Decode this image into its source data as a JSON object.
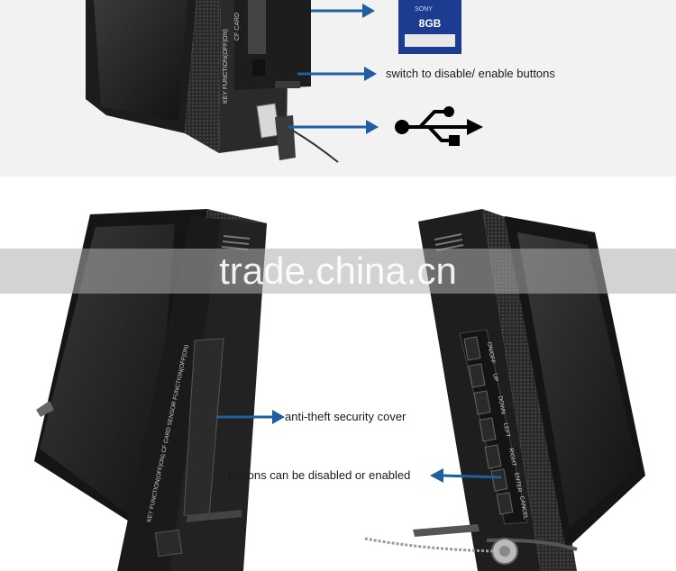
{
  "top_labels": {
    "switch_label": "switch  to disable/ enable buttons"
  },
  "sd_card": {
    "capacity": "8GB",
    "brand_partial": "SONY"
  },
  "side_text": {
    "top_panel": "KEY FUNCTION(OFF|ON)",
    "top_panel_card": "CF CARD",
    "left_device": "KEY FUNCTION(OFF|ON)   CF CARD   SENSOR FUNCTION(OFF|ON)"
  },
  "buttons": [
    "ON/OFF",
    "UP",
    "DOWN",
    "LEFT",
    "RIGHT",
    "ENTER",
    "CANCEL"
  ],
  "bottom_labels": {
    "cover_label": "anti-theft security cover",
    "buttons_label": "buttons can be disabled or enabled"
  },
  "watermark": "trade.china.cn",
  "colors": {
    "arrow": "#1f5fa0",
    "device": "#1b1b1b",
    "top_bg": "#f2f2f2"
  }
}
